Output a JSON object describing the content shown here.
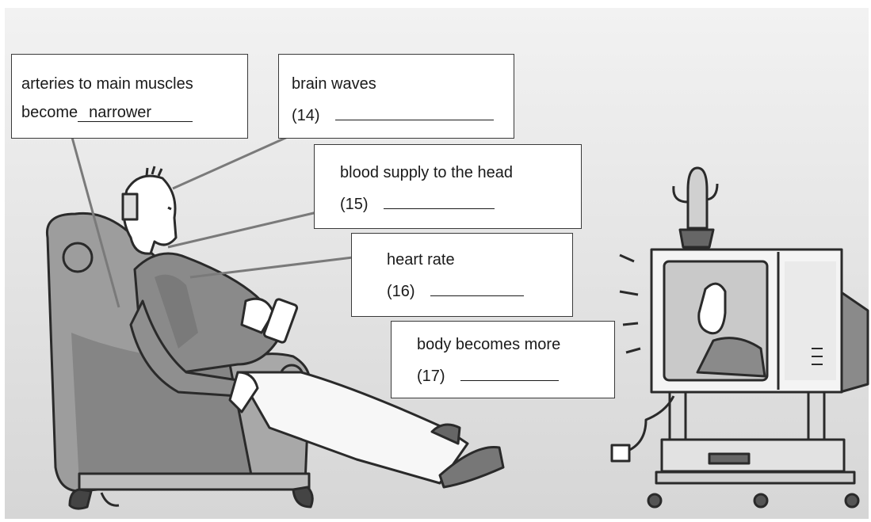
{
  "labels": {
    "arteries": {
      "line1": "arteries to main muscles",
      "prefix": "become",
      "answer": "narrower"
    },
    "brain": {
      "line1": "brain waves",
      "number": "(14)"
    },
    "blood": {
      "line1": "blood supply to the head",
      "number": "(15)"
    },
    "heart": {
      "line1": "heart rate",
      "number": "(16)"
    },
    "body": {
      "line1": "body becomes more",
      "number": "(17)"
    }
  }
}
